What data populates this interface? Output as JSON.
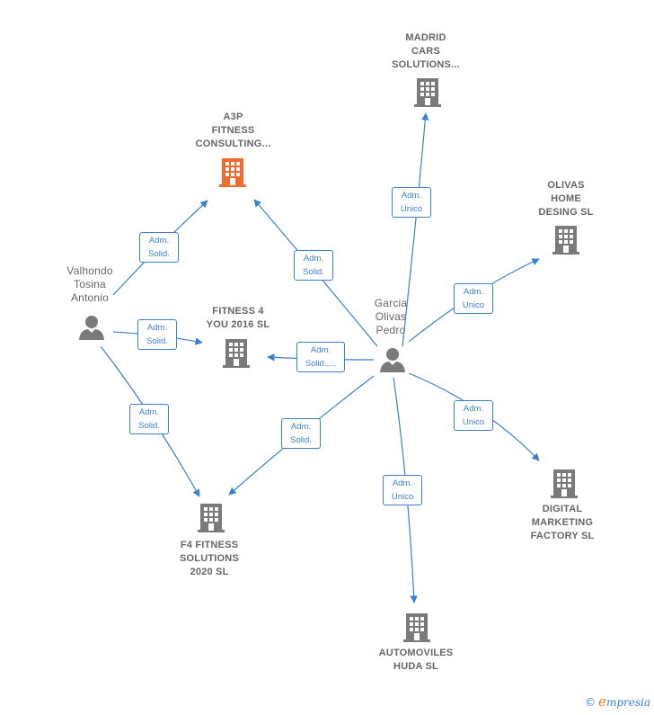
{
  "colors": {
    "line": "#3d7fcf",
    "building": "#7a7a7a",
    "building_highlight": "#f26a2e",
    "person": "#7a7a7a"
  },
  "nodes": {
    "madrid_cars": "MADRID|CARS|SOLUTIONS...",
    "a3p": "A3P|FITNESS|CONSULTING...",
    "olivas_home": "OLIVAS|HOME|DESING SL",
    "fitness4you": "FITNESS 4|YOU 2016  SL",
    "f4_fitness": "F4 FITNESS|SOLUTIONS|2020  SL",
    "digital_marketing": "DIGITAL|MARKETING|FACTORY SL",
    "automoviles_huda": "AUTOMOVILES|HUDA  SL",
    "valhondo": "Valhondo|Tosina|Antonio",
    "garcia": "Garcia|Olivas|Pedro"
  },
  "badges": {
    "b_madrid": "Adm.|Unico",
    "b_a3p_valhondo": "Adm.|Solid.",
    "b_a3p_garcia": "Adm.|Solid.",
    "b_olivas": "Adm.|Unico",
    "b_fitness_valhondo": "Adm.|Solid.",
    "b_fitness_garcia": "Adm.|Solid.,...",
    "b_f4_valhondo": "Adm.|Solid.",
    "b_f4_garcia": "Adm.|Solid.",
    "b_digital": "Adm.|Unico",
    "b_huda": "Adm.|Unico"
  },
  "brand": {
    "copyright": "©",
    "initial": "e",
    "rest": "mpresia"
  }
}
